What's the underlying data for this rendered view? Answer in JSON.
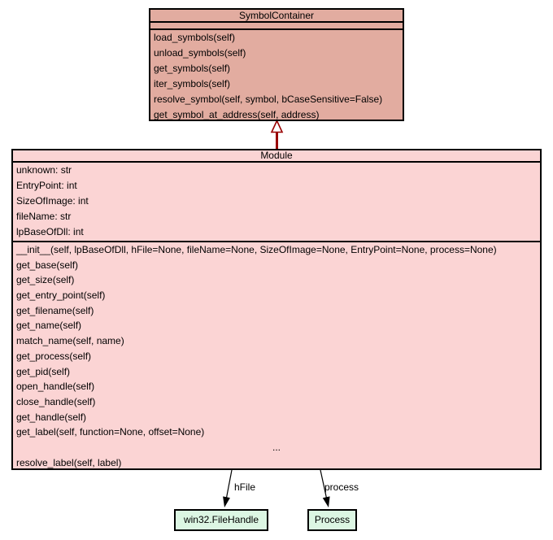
{
  "classes": {
    "symbol_container": {
      "name": "SymbolContainer",
      "attributes": [],
      "methods": [
        "load_symbols(self)",
        "unload_symbols(self)",
        "get_symbols(self)",
        "iter_symbols(self)",
        "resolve_symbol(self, symbol, bCaseSensitive=False)",
        "get_symbol_at_address(self, address)"
      ]
    },
    "module": {
      "name": "Module",
      "attributes": [
        "unknown: str",
        "EntryPoint: int",
        "SizeOfImage: int",
        "fileName: str",
        "lpBaseOfDll: int"
      ],
      "methods": [
        "__init__(self, lpBaseOfDll, hFile=None, fileName=None, SizeOfImage=None, EntryPoint=None, process=None)",
        "get_base(self)",
        "get_size(self)",
        "get_entry_point(self)",
        "get_filename(self)",
        "get_name(self)",
        "match_name(self, name)",
        "get_process(self)",
        "get_pid(self)",
        "open_handle(self)",
        "close_handle(self)",
        "get_handle(self)",
        "get_label(self, function=None, offset=None)",
        "...",
        "resolve_label(self, label)"
      ]
    },
    "filehandle": {
      "name": "win32.FileHandle"
    },
    "process": {
      "name": "Process"
    }
  },
  "edges": {
    "inheritance": {
      "type": "inheritance",
      "from": "Module",
      "to": "SymbolContainer"
    },
    "hfile": {
      "type": "association",
      "label": "hFile",
      "from": "Module",
      "to": "win32.FileHandle"
    },
    "process": {
      "type": "association",
      "label": "process",
      "from": "Module",
      "to": "Process"
    }
  },
  "colors": {
    "base_class_fill": "#e2aca0",
    "main_class_fill": "#fbd4d4",
    "related_class_fill": "#dcf6e3",
    "inheritance_edge": "#990000",
    "association_edge": "#000000",
    "border": "#000000",
    "background": "#ffffff"
  }
}
